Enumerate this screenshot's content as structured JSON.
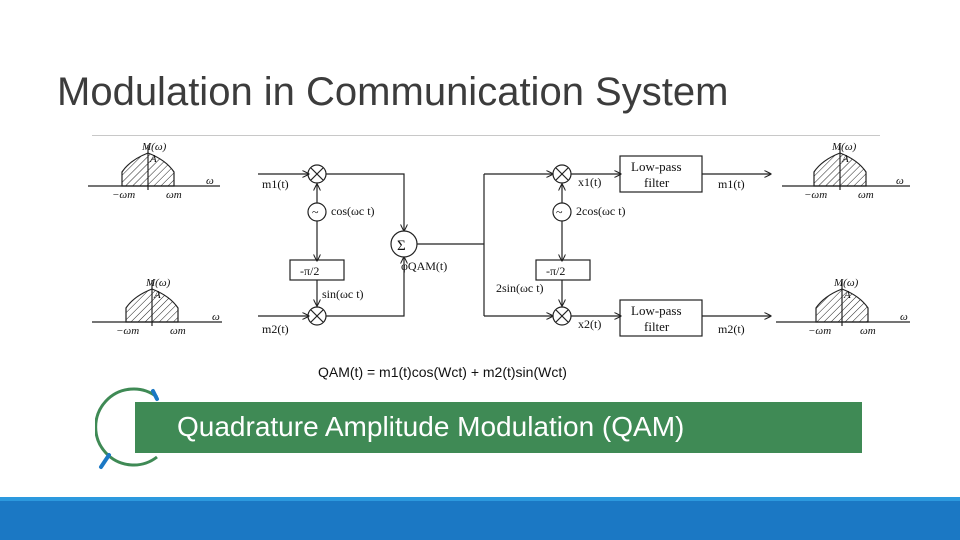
{
  "slide": {
    "title": "Modulation in Communication System",
    "formula": "QAM(t) = m1(t)cos(Wct) + m2(t)sin(Wct)",
    "banner": "Quadrature Amplitude Modulation (QAM)"
  },
  "diagram": {
    "spectrum_label": "M(ω)",
    "spectrum_peak": "A",
    "freq_axis": "ω",
    "freq_neg": "−ωm",
    "freq_pos": "ωm",
    "input1": "m1(t)",
    "input2": "m2(t)",
    "osc1": "cos(ωc t)",
    "osc2": "sin(ωc t)",
    "phase1": "-π/2",
    "phase2": "-π/2",
    "sum_symbol": "Σ",
    "qam_label": "φQAM(t)",
    "demod_osc1": "2cos(ωc t)",
    "demod_osc2": "2sin(ωc t)",
    "x1": "x1(t)",
    "x2": "x2(t)",
    "lpf_line1": "Low-pass",
    "lpf_line2": "filter",
    "output1": "m1(t)",
    "output2": "m2(t)",
    "oscillator_symbol": "~",
    "multiplier_symbol": "×"
  },
  "colors": {
    "banner": "#3f8a55",
    "bottom_bar": "#1b78c4",
    "ring": "#3f8a55",
    "ring_accent": "#1b78c4"
  }
}
